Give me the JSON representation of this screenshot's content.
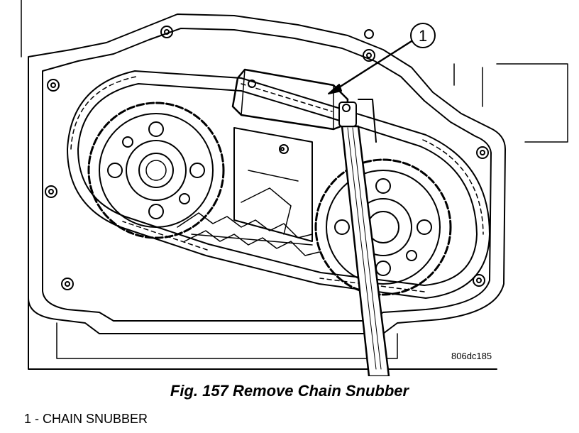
{
  "figure": {
    "callout_number": "1",
    "drawing_code": "806dc185",
    "caption": "Fig. 157 Remove Chain Snubber",
    "legend_item": "1 - CHAIN SNUBBER"
  },
  "colors": {
    "ink": "#000000",
    "paper": "#ffffff"
  }
}
